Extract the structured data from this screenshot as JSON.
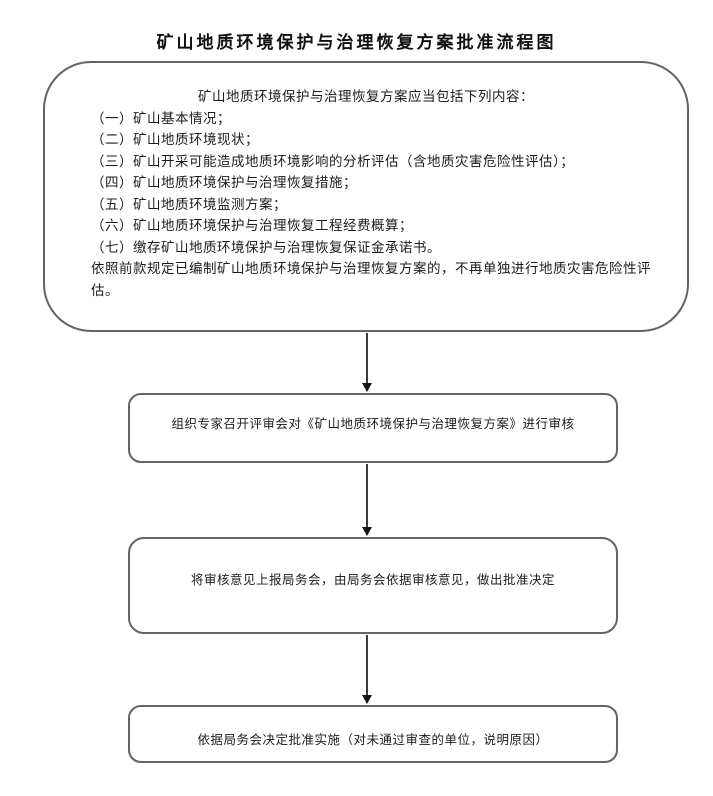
{
  "page": {
    "title": "矿山地质环境保护与治理恢复方案批准流程图"
  },
  "flowchart": {
    "plan_box": {
      "intro": "矿山地质环境保护与治理恢复方案应当包括下列内容：",
      "items": [
        "（一）矿山基本情况；",
        "（二）矿山地质环境现状；",
        "（三）矿山开采可能造成地质环境影响的分析评估（含地质灾害危险性评估）；",
        "（四）矿山地质环境保护与治理恢复措施；",
        "（五）矿山地质环境监测方案；",
        "（六）矿山地质环境保护与治理恢复工程经费概算；",
        "（七）缴存矿山地质环境保护与治理恢复保证金承诺书。"
      ],
      "note": "依照前款规定已编制矿山地质环境保护与治理恢复方案的，不再单独进行地质灾害危险性评估。"
    },
    "steps": {
      "expert_review": "组织专家召开评审会对《矿山地质环境保护与治理恢复方案》进行审核",
      "bureau_decision": "将审核意见上报局务会，由局务会依据审核意见，做出批准决定",
      "implementation": "依据局务会决定批准实施（对未通过审查的单位，说明原因）"
    },
    "colors": {
      "border": "#646464",
      "arrow": "#141414",
      "text": "#1c1c1c",
      "background": "#ffffff"
    }
  }
}
